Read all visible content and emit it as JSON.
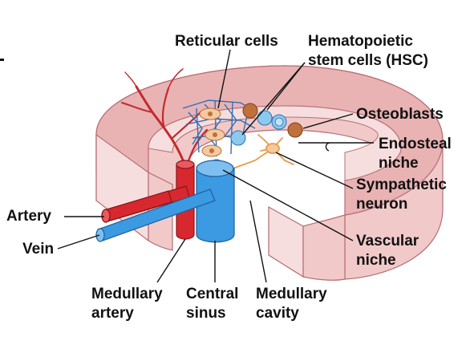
{
  "labels": {
    "reticular_cells": "Reticular cells",
    "hsc_line1": "Hematopoietic",
    "hsc_line2": "stem cells (HSC)",
    "osteoblasts": "Osteoblasts",
    "endosteal_line1": "Endosteal",
    "endosteal_line2": "niche",
    "sympathetic_line1": "Sympathetic",
    "sympathetic_line2": "neuron",
    "vascular_line1": "Vascular",
    "vascular_line2": "niche",
    "artery": "Artery",
    "vein": "Vein",
    "medullary_artery_line1": "Medullary",
    "medullary_artery_line2": "artery",
    "central_sinus_line1": "Central",
    "central_sinus_line2": "sinus",
    "medullary_cavity_line1": "Medullary",
    "medullary_cavity_line2": "cavity"
  },
  "colors": {
    "bone_outer": "#f2c9c9",
    "bone_rim": "#e8a9a9",
    "bone_cut": "#f7dede",
    "bone_outline": "#b66d73",
    "artery_red": "#d7282f",
    "vein_blue": "#3b9ae1",
    "cell_brown": "#c0703a",
    "cell_tan": "#f4c9a0",
    "hsc_blue": "#8cc9ee",
    "nerve_orange": "#e89b4a"
  }
}
